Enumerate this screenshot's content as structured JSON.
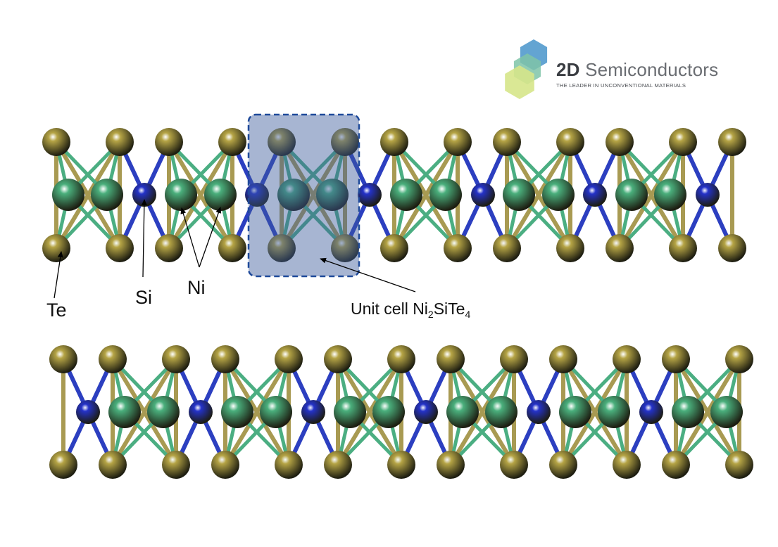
{
  "logo": {
    "brand_bold": "2D",
    "brand_rest": "Semiconductors",
    "tagline": "THE LEADER IN UNCONVENTIONAL MATERIALS",
    "colors": [
      "#5b9fd0",
      "#7fc4a8",
      "#d6e58a"
    ]
  },
  "labels": {
    "te": "Te",
    "si": "Si",
    "ni": "Ni",
    "unit_cell_text": "Unit cell Ni",
    "unit_cell_sub1": "2",
    "unit_cell_mid": "SiTe",
    "unit_cell_sub2": "4"
  },
  "atom_colors": {
    "Te": "#b5a445",
    "Ni": "#4aaf7c",
    "Si": "#2432c8",
    "bond_te": "#a89a52",
    "bond_ni": "#4bae82",
    "bond_si": "#2c3fc0"
  },
  "unit_cell_box": {
    "fill": "#3b5a9c",
    "stroke": "#1f4a9a"
  }
}
